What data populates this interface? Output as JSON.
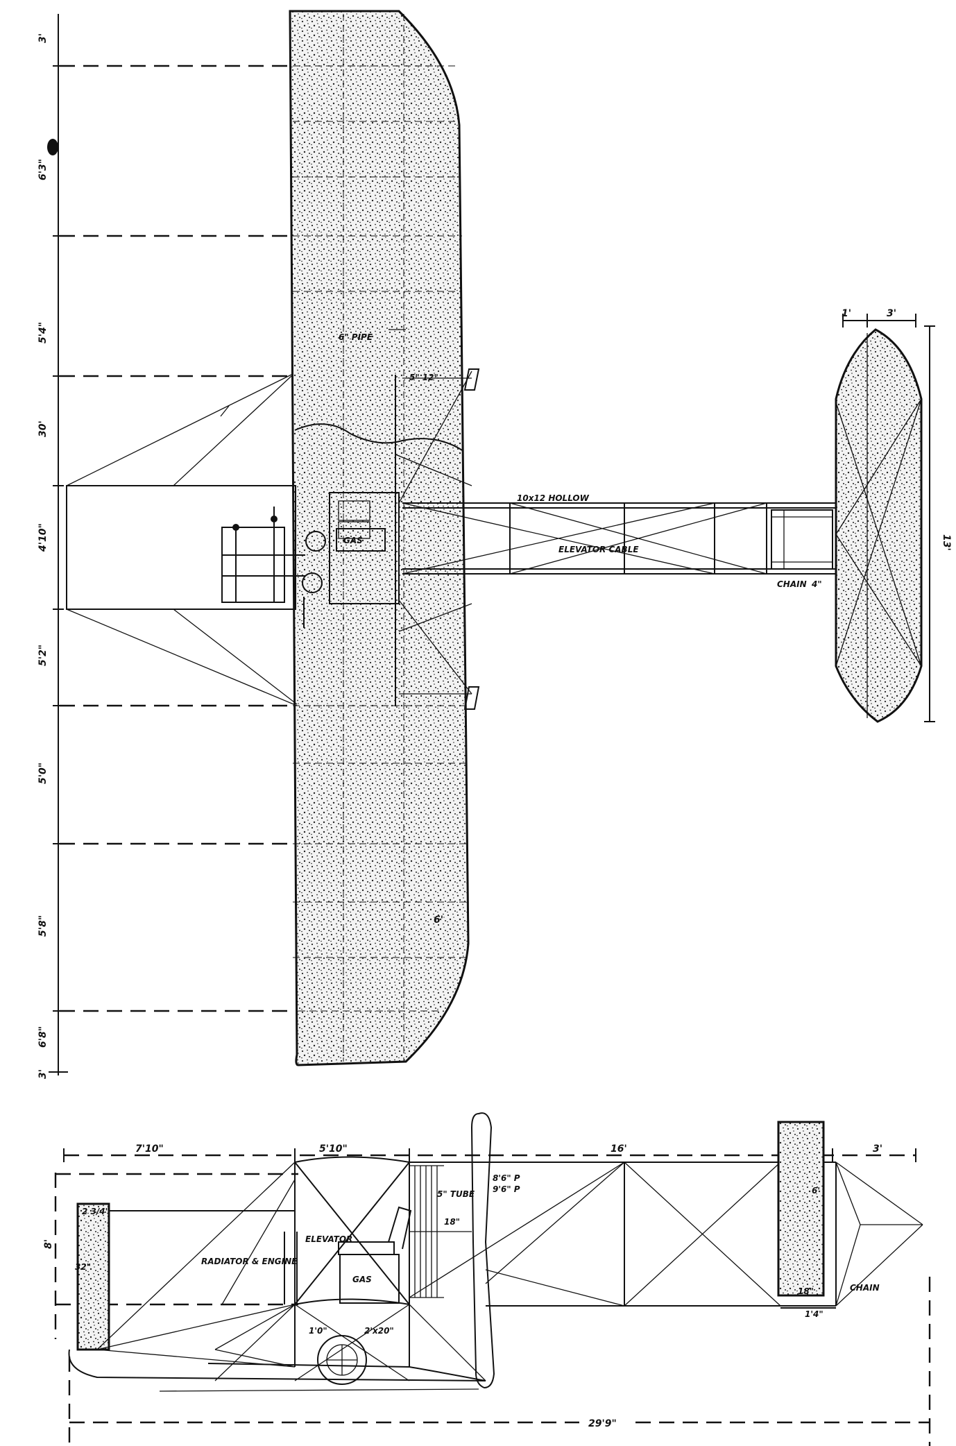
{
  "plan_view": {
    "span_dims": [
      "3'",
      "6'3\"",
      "5'4\"",
      "30'",
      "4'10\"",
      "5'2\"",
      "5'0\"",
      "5'8\"",
      "6'8\"",
      "3'"
    ],
    "wing_chord": "6'",
    "labels": {
      "gas_tank": "GAS",
      "elevator_cable": "ELEVATOR CABLE",
      "tube": "10x12 HOLLOW",
      "chain": "CHAIN",
      "chain_dim": "4\"",
      "strut_dim": "6\" PIPE",
      "wire_dim": "5\" 12\""
    },
    "tail_dims": {
      "left": "1'",
      "right": "3'",
      "height": "13'"
    }
  },
  "side_view": {
    "top_dims": [
      "7'10\"",
      "5'10\"",
      "16'",
      "3'"
    ],
    "left_dim": "8'",
    "skid_label": "2 3/4\"",
    "skid_width": "32\"",
    "labels": {
      "radiator": "RADIATOR & ENGINE",
      "elevator": "ELEVATOR",
      "gas": "GAS",
      "prop": "8'6\" P",
      "prop_dia": "9'6\" P",
      "tube": "5\" TUBE",
      "strut": "18\"",
      "rudder_h": "6'",
      "rudder_w": "18\"",
      "chain": "CHAIN",
      "tail_w": "1'4\"",
      "wheel_l": "1'0\"",
      "wheel_r": "2'x20\""
    },
    "total_length": "29'9\""
  }
}
